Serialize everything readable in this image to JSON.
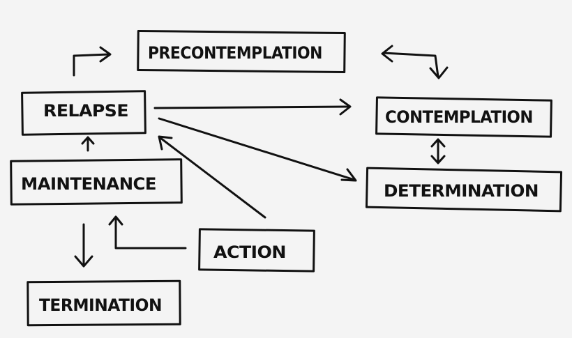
{
  "nodes": {
    "precontemplation": "Precontemplation",
    "relapse": "Relapse",
    "contemplation": "Contemplation",
    "determination": "Determination",
    "maintenance": "Maintenance",
    "action": "Action",
    "termination": "Termination"
  },
  "colors": {
    "ink": "#111111",
    "paper": "#f4f4f4"
  }
}
